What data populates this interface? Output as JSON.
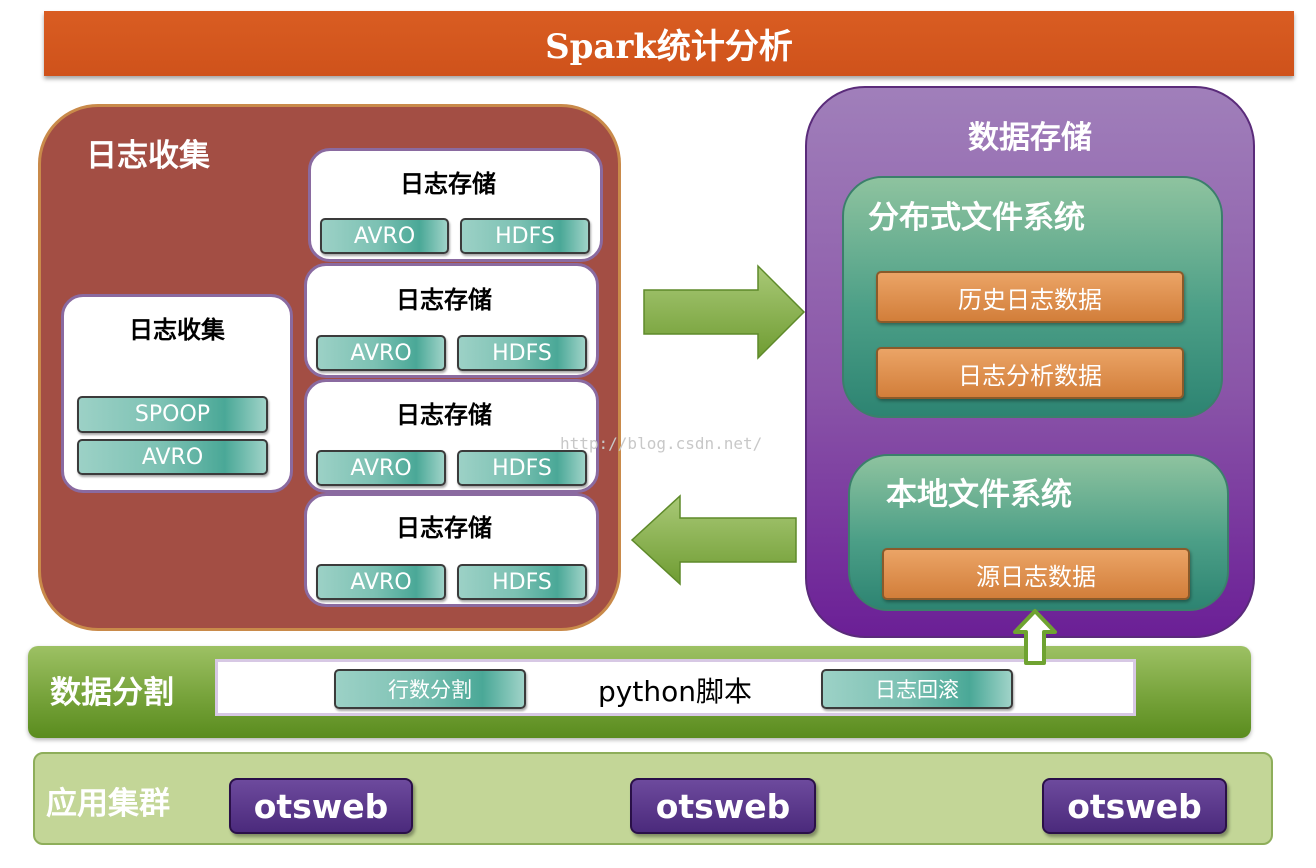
{
  "title": "Spark统计分析",
  "log_collection": {
    "title": "日志收集",
    "collector": {
      "title": "日志收集",
      "items": [
        "SPOOP",
        "AVRO"
      ]
    },
    "storage_cards": [
      {
        "title": "日志存储",
        "items": [
          "AVRO",
          "HDFS"
        ]
      },
      {
        "title": "日志存储",
        "items": [
          "AVRO",
          "HDFS"
        ]
      },
      {
        "title": "日志存储",
        "items": [
          "AVRO",
          "HDFS"
        ]
      },
      {
        "title": "日志存储",
        "items": [
          "AVRO",
          "HDFS"
        ]
      }
    ]
  },
  "data_storage": {
    "title": "数据存储",
    "distributed_fs": {
      "title": "分布式文件系统",
      "items": [
        "历史日志数据",
        "日志分析数据"
      ]
    },
    "local_fs": {
      "title": "本地文件系统",
      "items": [
        "源日志数据"
      ]
    }
  },
  "data_split": {
    "title": "数据分割",
    "script_label": "python脚本",
    "items": [
      "行数分割",
      "日志回滚"
    ]
  },
  "app_cluster": {
    "title": "应用集群",
    "nodes": [
      "otsweb",
      "otsweb",
      "otsweb"
    ]
  },
  "watermark": "http://blog.csdn.net/",
  "colors": {
    "title_bar": "#d4561e",
    "log_panel": "#a34e44",
    "storage_panel": "#8a55a8",
    "green_box": "#4c9f87",
    "orange_pill": "#d27e3a",
    "teal_pill": "#7cc1b3",
    "arrow_green": "#77a33b",
    "split_bar": "#77a33b",
    "cluster_bar": "#c3d697",
    "web_button": "#4b2a7c"
  }
}
